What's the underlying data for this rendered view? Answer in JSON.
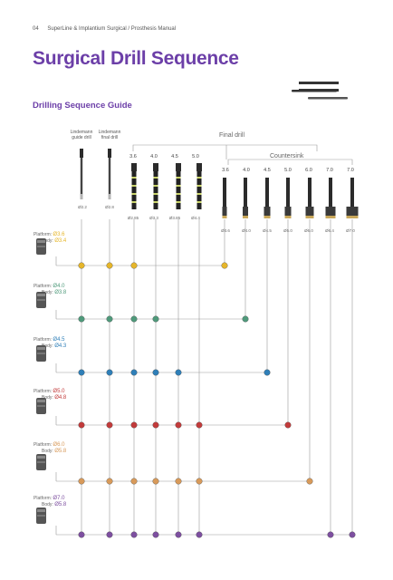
{
  "header": {
    "page_number": "04",
    "manual_title": "SuperLine & Implantium Surgical / Prosthesis Manual"
  },
  "title": "Surgical Drill Sequence",
  "subtitle": "Drilling Sequence Guide",
  "groups": {
    "final_drill": "Final drill",
    "countersink": "Countersink"
  },
  "lindemann": [
    {
      "label": "Lindemann guide drill",
      "diameter": "Ø2.2"
    },
    {
      "label": "Lindemann final drill",
      "diameter": "Ø2.8"
    }
  ],
  "final_drills": [
    {
      "size": "3.6",
      "diameter": "Ø2.85"
    },
    {
      "size": "4.0",
      "diameter": "Ø3.3"
    },
    {
      "size": "4.5",
      "diameter": "Ø3.85"
    },
    {
      "size": "5.0",
      "diameter": "Ø4.4"
    }
  ],
  "countersinks": [
    {
      "size": "3.6",
      "diameter": "Ø3.6"
    },
    {
      "size": "4.0",
      "diameter": "Ø4.0"
    },
    {
      "size": "4.5",
      "diameter": "Ø4.5"
    },
    {
      "size": "5.0",
      "diameter": "Ø5.0"
    },
    {
      "size": "6.0",
      "diameter": "Ø6.0"
    },
    {
      "size": "7.0",
      "diameter": "Ø6.4"
    },
    {
      "size": "7.0",
      "diameter": "Ø7.0"
    }
  ],
  "implants": [
    {
      "platform_label": "Platform:",
      "platform": "Ø3.6",
      "body_label": "Body:",
      "body": "Ø3.4",
      "color": "#e6b62a"
    },
    {
      "platform_label": "Platform:",
      "platform": "Ø4.0",
      "body_label": "Body:",
      "body": "Ø3.8",
      "color": "#4f9a7b"
    },
    {
      "platform_label": "Platform:",
      "platform": "Ø4.5",
      "body_label": "Body:",
      "body": "Ø4.3",
      "color": "#2f7fb8"
    },
    {
      "platform_label": "Platform:",
      "platform": "Ø5.0",
      "body_label": "Body:",
      "body": "Ø4.8",
      "color": "#c23b3b"
    },
    {
      "platform_label": "Platform:",
      "platform": "Ø6.0",
      "body_label": "Body:",
      "body": "Ø5.8",
      "color": "#d89a5a"
    },
    {
      "platform_label": "Platform:",
      "platform": "Ø7.0",
      "body_label": "Body:",
      "body": "Ø5.8",
      "color": "#7d4fa0"
    }
  ],
  "colors": {
    "title": "#6c3fa8",
    "line": "#9a9a9a",
    "drill_stripe": "#c9d36a"
  },
  "icons": {
    "drill": "drill-icon",
    "countersink": "countersink-icon",
    "implant": "implant-icon",
    "node": "dot-icon",
    "thumbnail": "drill-set-icon"
  }
}
